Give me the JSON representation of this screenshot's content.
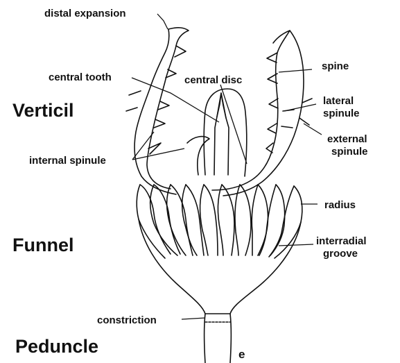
{
  "sections": {
    "verticil": "Verticil",
    "funnel": "Funnel",
    "peduncle": "Peduncle"
  },
  "labels": {
    "distal_expansion": "distal expansion",
    "central_tooth": "central tooth",
    "central_disc": "central disc",
    "spine": "spine",
    "lateral_spinule_1": "lateral",
    "lateral_spinule_2": "spinule",
    "internal_spinule": "internal spinule",
    "external_spinule_1": "external",
    "external_spinule_2": "spinule",
    "radius": "radius",
    "interradial_groove_1": "interradial",
    "interradial_groove_2": "groove",
    "constriction": "constriction",
    "panel_letter": "e"
  }
}
